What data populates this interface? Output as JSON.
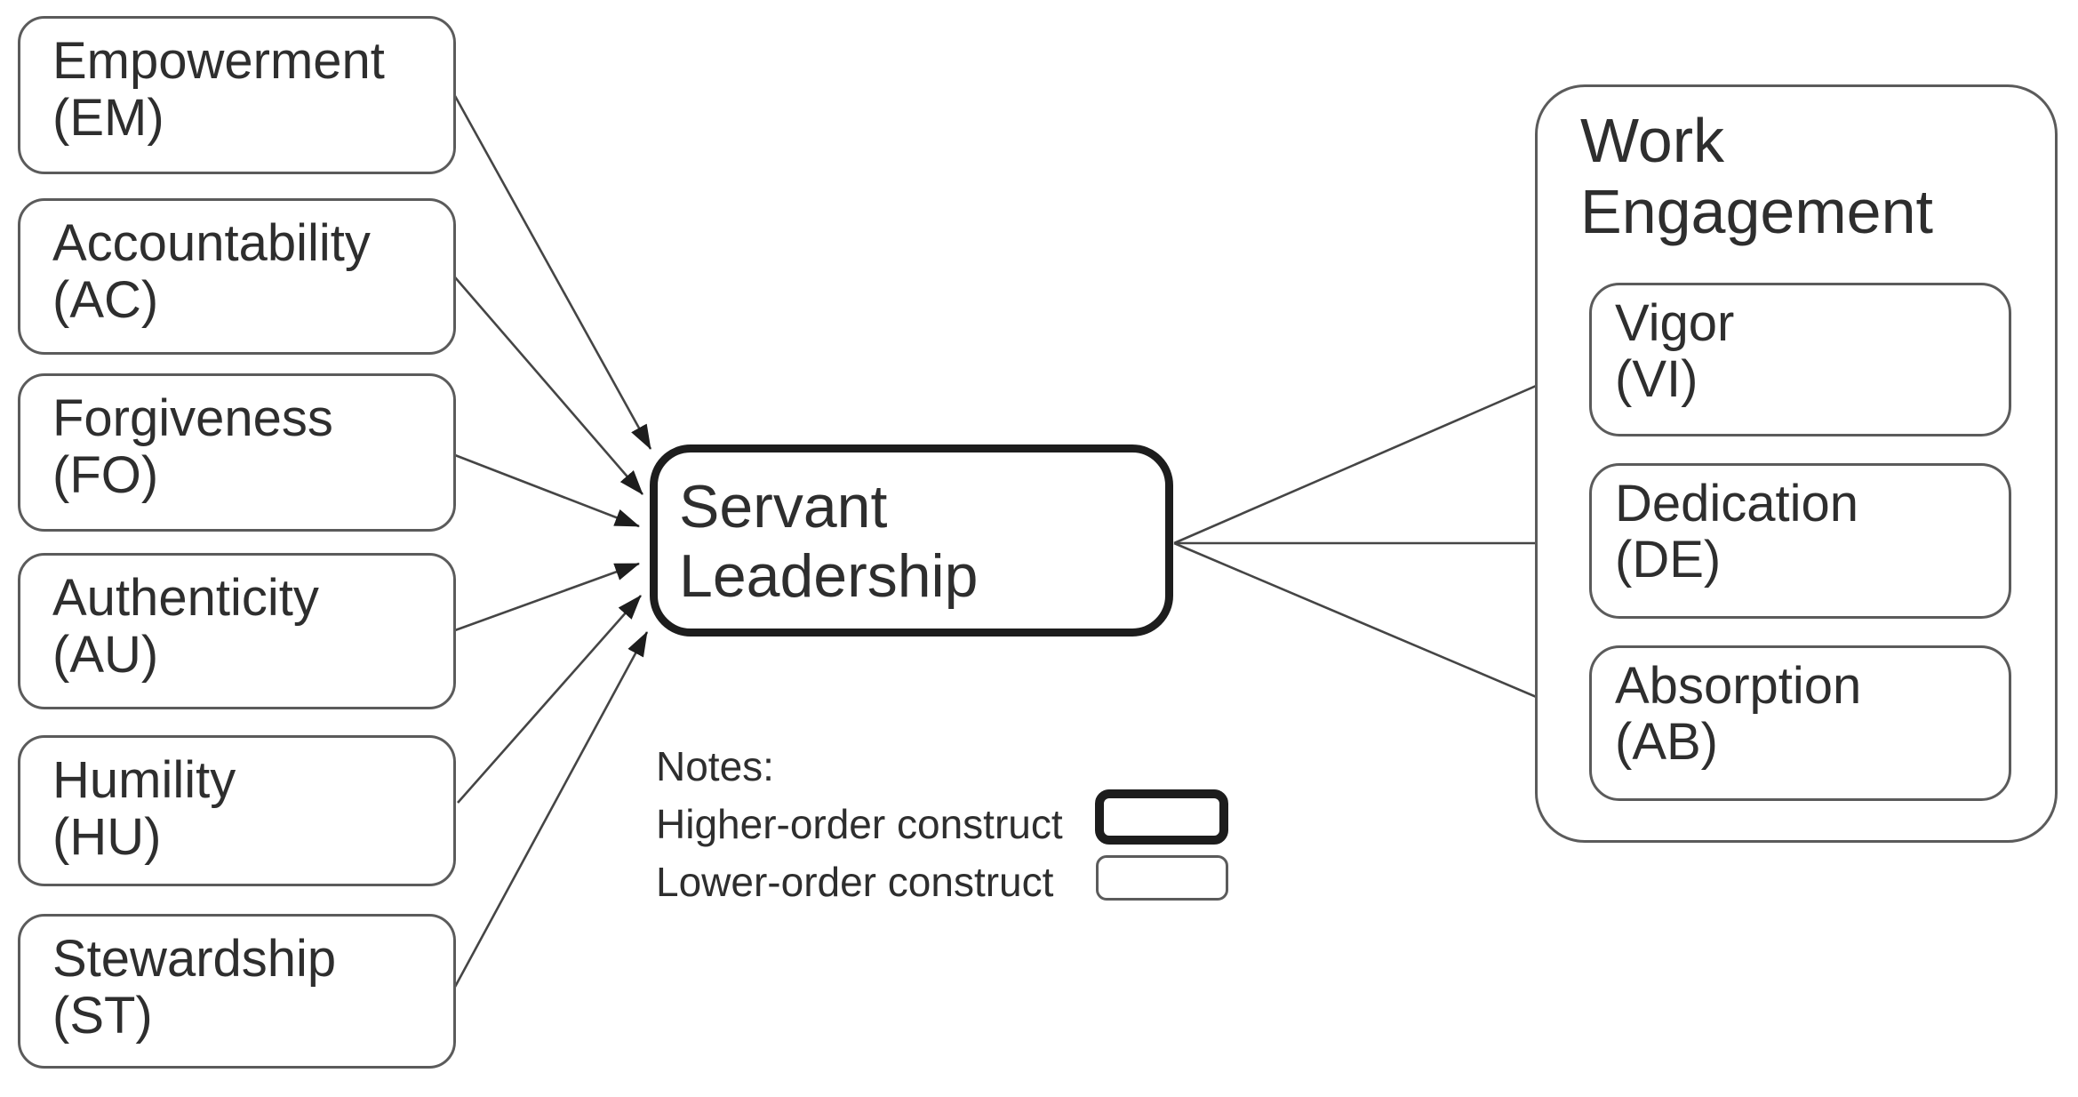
{
  "figure": {
    "left_constructs": [
      {
        "name": "Empowerment",
        "code": "(EM)"
      },
      {
        "name": "Accountability",
        "code": "(AC)"
      },
      {
        "name": "Forgiveness",
        "code": "(FO)"
      },
      {
        "name": "Authenticity",
        "code": "(AU)"
      },
      {
        "name": "Humility",
        "code": "(HU)"
      },
      {
        "name": "Stewardship",
        "code": "(ST)"
      }
    ],
    "central_construct": {
      "name_line1": "Servant",
      "name_line2": "Leadership",
      "order": "higher-order construct"
    },
    "outcome_group": {
      "title_line1": "Work",
      "title_line2": "Engagement",
      "sub_constructs": [
        {
          "name": "Vigor",
          "code": "(VI)"
        },
        {
          "name": "Dedication",
          "code": "(DE)"
        },
        {
          "name": "Absorption",
          "code": "(AB)"
        }
      ]
    },
    "legend": {
      "title": "Notes:",
      "items": [
        {
          "label": "Higher-order construct",
          "swatch": "higher"
        },
        {
          "label": "Lower-order construct",
          "swatch": "lower"
        }
      ]
    },
    "edges": [
      {
        "from": "Empowerment (EM)",
        "to": "Servant Leadership"
      },
      {
        "from": "Accountability (AC)",
        "to": "Servant Leadership"
      },
      {
        "from": "Forgiveness (FO)",
        "to": "Servant Leadership"
      },
      {
        "from": "Authenticity (AU)",
        "to": "Servant Leadership"
      },
      {
        "from": "Humility (HU)",
        "to": "Servant Leadership"
      },
      {
        "from": "Stewardship (ST)",
        "to": "Servant Leadership"
      },
      {
        "from": "Servant Leadership",
        "to": "Vigor (VI)"
      },
      {
        "from": "Servant Leadership",
        "to": "Dedication (DE)"
      },
      {
        "from": "Servant Leadership",
        "to": "Absorption (AB)"
      }
    ],
    "colors": {
      "background": "#ffffff",
      "thin_border": "#5b5b5b",
      "thick_border": "#1d1d1d",
      "text": "#2e2e2e",
      "arrow_line": "#454545",
      "arrow_head": "#1d1d1d"
    }
  }
}
